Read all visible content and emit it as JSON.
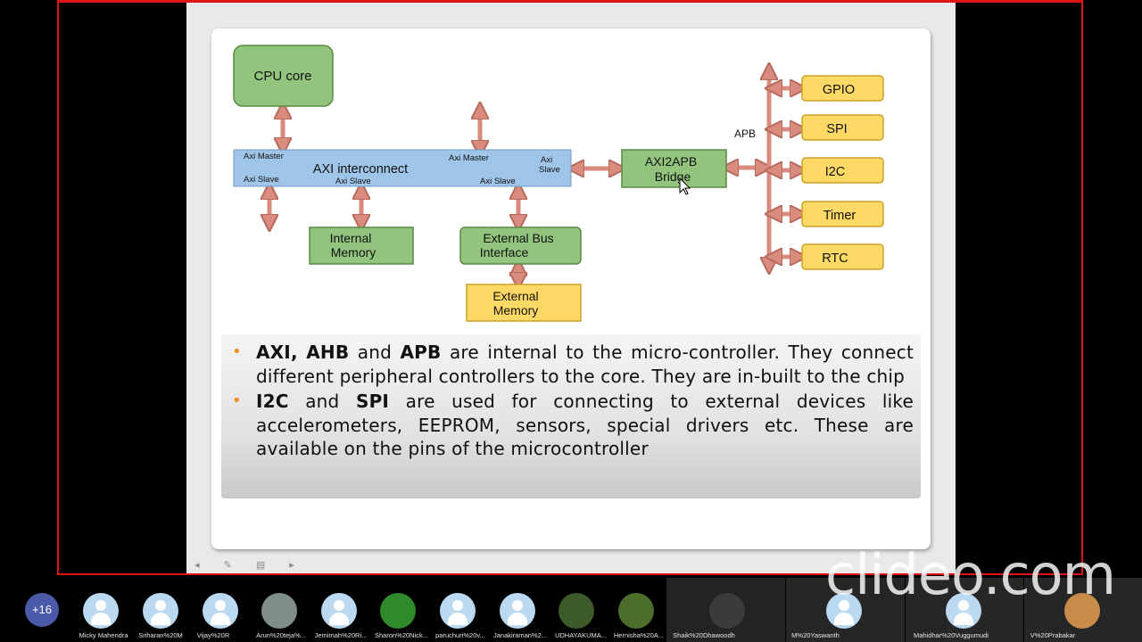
{
  "slide": {
    "diagram": {
      "cpu_core": "CPU core",
      "axi_master_left": "Axi Master",
      "axi_interconnect": "AXI interconnect",
      "axi_master_mid": "Axi Master",
      "axi_slave_right_1": "Axi",
      "axi_slave_right_2": "Slave",
      "axi_slave_1": "Axi Slave",
      "axi_slave_2": "Axi Slave",
      "axi_slave_3": "Axi Slave",
      "bridge_line1": "AXI2APB",
      "bridge_line2": "Bridge",
      "apb_label": "APB",
      "internal_memory_1": "Internal",
      "internal_memory_2": "Memory",
      "ext_bus_1": "External Bus",
      "ext_bus_2": "Interface",
      "ext_mem_1": "External",
      "ext_mem_2": "Memory",
      "peripherals": [
        "GPIO",
        "SPI",
        "I2C",
        "Timer",
        "RTC"
      ],
      "colors": {
        "green_fill": "#93c47d",
        "green_stroke": "#5a8a45",
        "blue_fill": "#9fc5e8",
        "yellow_fill": "#ffd966",
        "yellow_stroke": "#c9a227",
        "arrow": "#d98b7e",
        "arrow_stroke": "#b86a5c"
      }
    },
    "bullets": {
      "b1_bold1": "AXI,",
      "b1_bold2": "AHB",
      "b1_t1": "and",
      "b1_bold3": "APB",
      "b1_rest": "are internal to the micro-controller. They connect different peripheral controllers to the core. They are in-built to the chip",
      "b2_bold1": "I2C",
      "b2_t1": "and",
      "b2_bold2": "SPI",
      "b2_rest": "are used for connecting to external devices like accelerometers, EEPROM, sensors, special drivers etc. These are available on the pins of the microcontroller"
    }
  },
  "watermark": "clideo.com",
  "participants_more": "+16",
  "participants": [
    "Micky Mahendra",
    "Sriharan%20M",
    "Vijay%20R",
    "Arun%20teja%...",
    "Jemimah%20Ri...",
    "Sharon%20Nick...",
    "paruchuri%20v...",
    "Janakiraman%2...",
    "UDHAYAKUMA...",
    "Hernisha%20A...",
    "Shaik%20Dhawoodh",
    "M%20Yaswanth",
    "Mahidhar%20Vuggumudi",
    "V%20Prabakar"
  ]
}
